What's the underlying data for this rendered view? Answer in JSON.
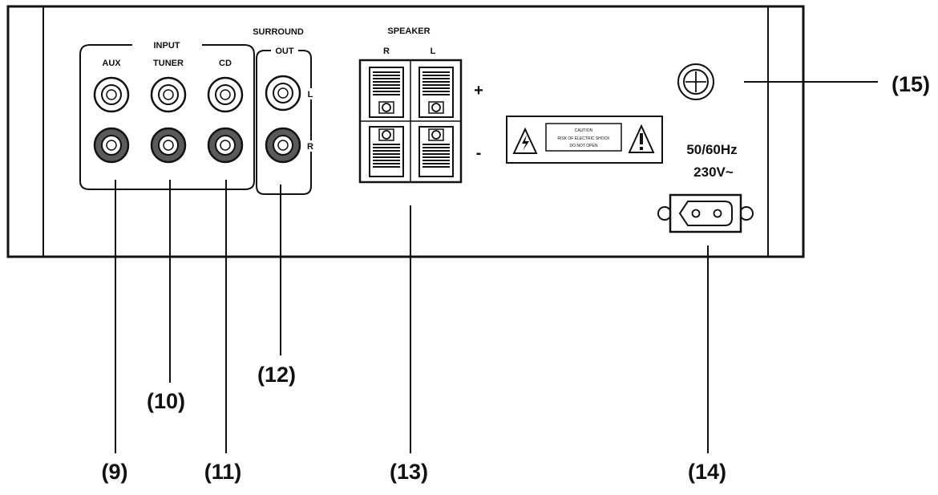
{
  "panel": {
    "input_group_label": "INPUT",
    "jacks": [
      {
        "label": "AUX"
      },
      {
        "label": "TUNER"
      },
      {
        "label": "CD"
      }
    ],
    "surround_label_line1": "SURROUND",
    "surround_label_line2": "OUT",
    "surround_left": "L",
    "surround_right": "R",
    "speaker_label": "SPEAKER",
    "speaker_right": "R",
    "speaker_left": "L",
    "plus_sign": "+",
    "minus_sign": "-",
    "caution_title": "CAUTION",
    "caution_line1": "RISK OF ELECTRIC SHOCK",
    "caution_line2": "DO NOT OPEN",
    "frequency": "50/60Hz",
    "voltage": "230V~"
  },
  "callouts": {
    "c9": "(9)",
    "c10": "(10)",
    "c11": "(11)",
    "c12": "(12)",
    "c13": "(13)",
    "c14": "(14)",
    "c15": "(15)"
  },
  "icons": [
    "lightning-warning-icon",
    "exclamation-warning-icon",
    "ground-screw-icon",
    "ac-power-socket-icon"
  ]
}
